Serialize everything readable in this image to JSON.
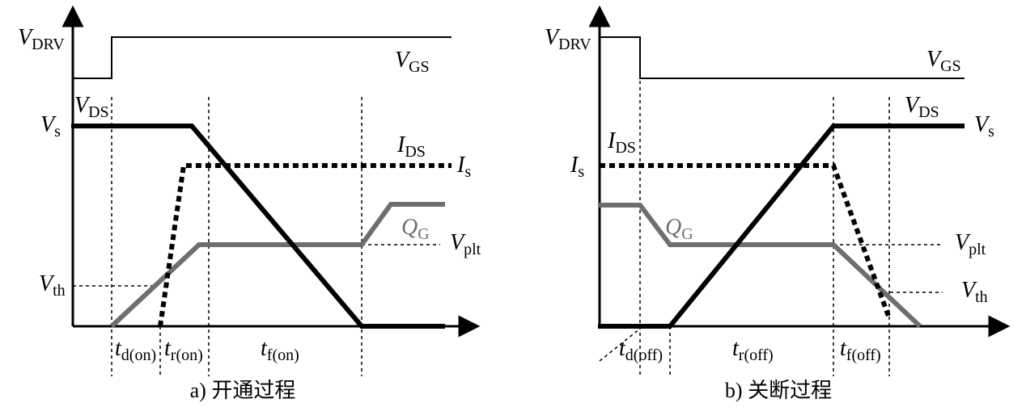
{
  "colors": {
    "ink": "#000000",
    "gate_charge": "#6e6e6e"
  },
  "panel_a": {
    "caption": "a) 开通过程",
    "labels": {
      "vdrv_main": "V",
      "vdrv_sub": "DRV",
      "vgs_main": "V",
      "vgs_sub": "GS",
      "vs_main": "V",
      "vs_sub": "s",
      "vds_main": "V",
      "vds_sub": "DS",
      "ids_main": "I",
      "ids_sub": "DS",
      "is_main": "I",
      "is_sub": "s",
      "qg_main": "Q",
      "qg_sub": "G",
      "vplt_main": "V",
      "vplt_sub": "plt",
      "vth_main": "V",
      "vth_sub": "th",
      "t1_main": "t",
      "t1_sub": "d(on)",
      "t2_main": "t",
      "t2_sub": "r(on)",
      "t3_main": "t",
      "t3_sub": "f(on)"
    }
  },
  "panel_b": {
    "caption": "b) 关断过程",
    "labels": {
      "vdrv_main": "V",
      "vdrv_sub": "DRV",
      "vgs_main": "V",
      "vgs_sub": "GS",
      "vs_main": "V",
      "vs_sub": "s",
      "vds_main": "V",
      "vds_sub": "DS",
      "ids_main": "I",
      "ids_sub": "DS",
      "is_main": "I",
      "is_sub": "s",
      "qg_main": "Q",
      "qg_sub": "G",
      "vplt_main": "V",
      "vplt_sub": "plt",
      "vth_main": "V",
      "vth_sub": "th",
      "t1_main": "t",
      "t1_sub": "d(off)",
      "t2_main": "t",
      "t2_sub": "r(off)",
      "t3_main": "t",
      "t3_sub": "f(off)"
    }
  }
}
